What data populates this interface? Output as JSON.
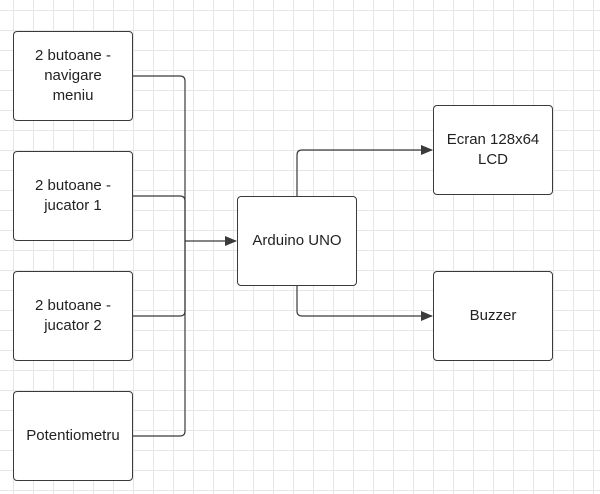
{
  "nodes": {
    "nav": "2 butoane -\nnavigare\nmeniu",
    "player1": "2 butoane -\njucator 1",
    "player2": "2 butoane -\njucator 2",
    "potentiometer": "Potentiometru",
    "arduino": "Arduino UNO",
    "lcd": "Ecran 128x64\nLCD",
    "buzzer": "Buzzer"
  },
  "edges": [
    {
      "from": "nav",
      "to": "arduino"
    },
    {
      "from": "player1",
      "to": "arduino"
    },
    {
      "from": "player2",
      "to": "arduino"
    },
    {
      "from": "potentiometer",
      "to": "arduino"
    },
    {
      "from": "arduino",
      "to": "lcd"
    },
    {
      "from": "arduino",
      "to": "buzzer"
    }
  ],
  "colors": {
    "line": "#3a3a3a",
    "grid": "#e6e6e6",
    "box_border": "#3a3a3a"
  }
}
